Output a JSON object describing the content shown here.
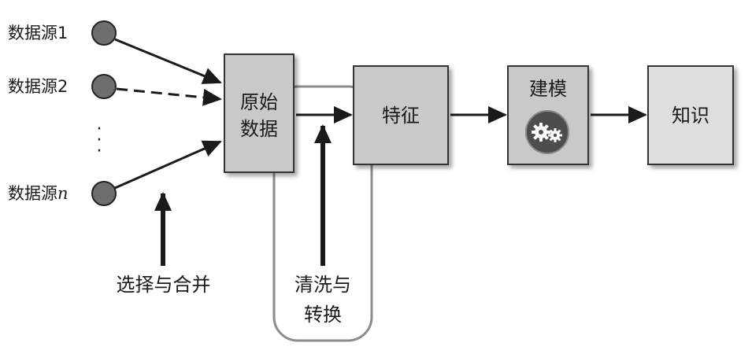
{
  "sources": {
    "s1": {
      "prefix": "数据源",
      "suffix": "1"
    },
    "s2": {
      "prefix": "数据源",
      "suffix": "2"
    },
    "sn": {
      "prefix": "数据源",
      "suffix": "n"
    },
    "ellipsis": "·"
  },
  "boxes": {
    "raw_line1": "原始",
    "raw_line2": "数据",
    "feature": "特征",
    "modeling": "建模",
    "knowledge": "知识"
  },
  "captions": {
    "select_merge": "选择与合并",
    "clean_line1": "清洗与",
    "clean_line2": "转换"
  },
  "icons": {
    "modeling": "gears-icon"
  }
}
